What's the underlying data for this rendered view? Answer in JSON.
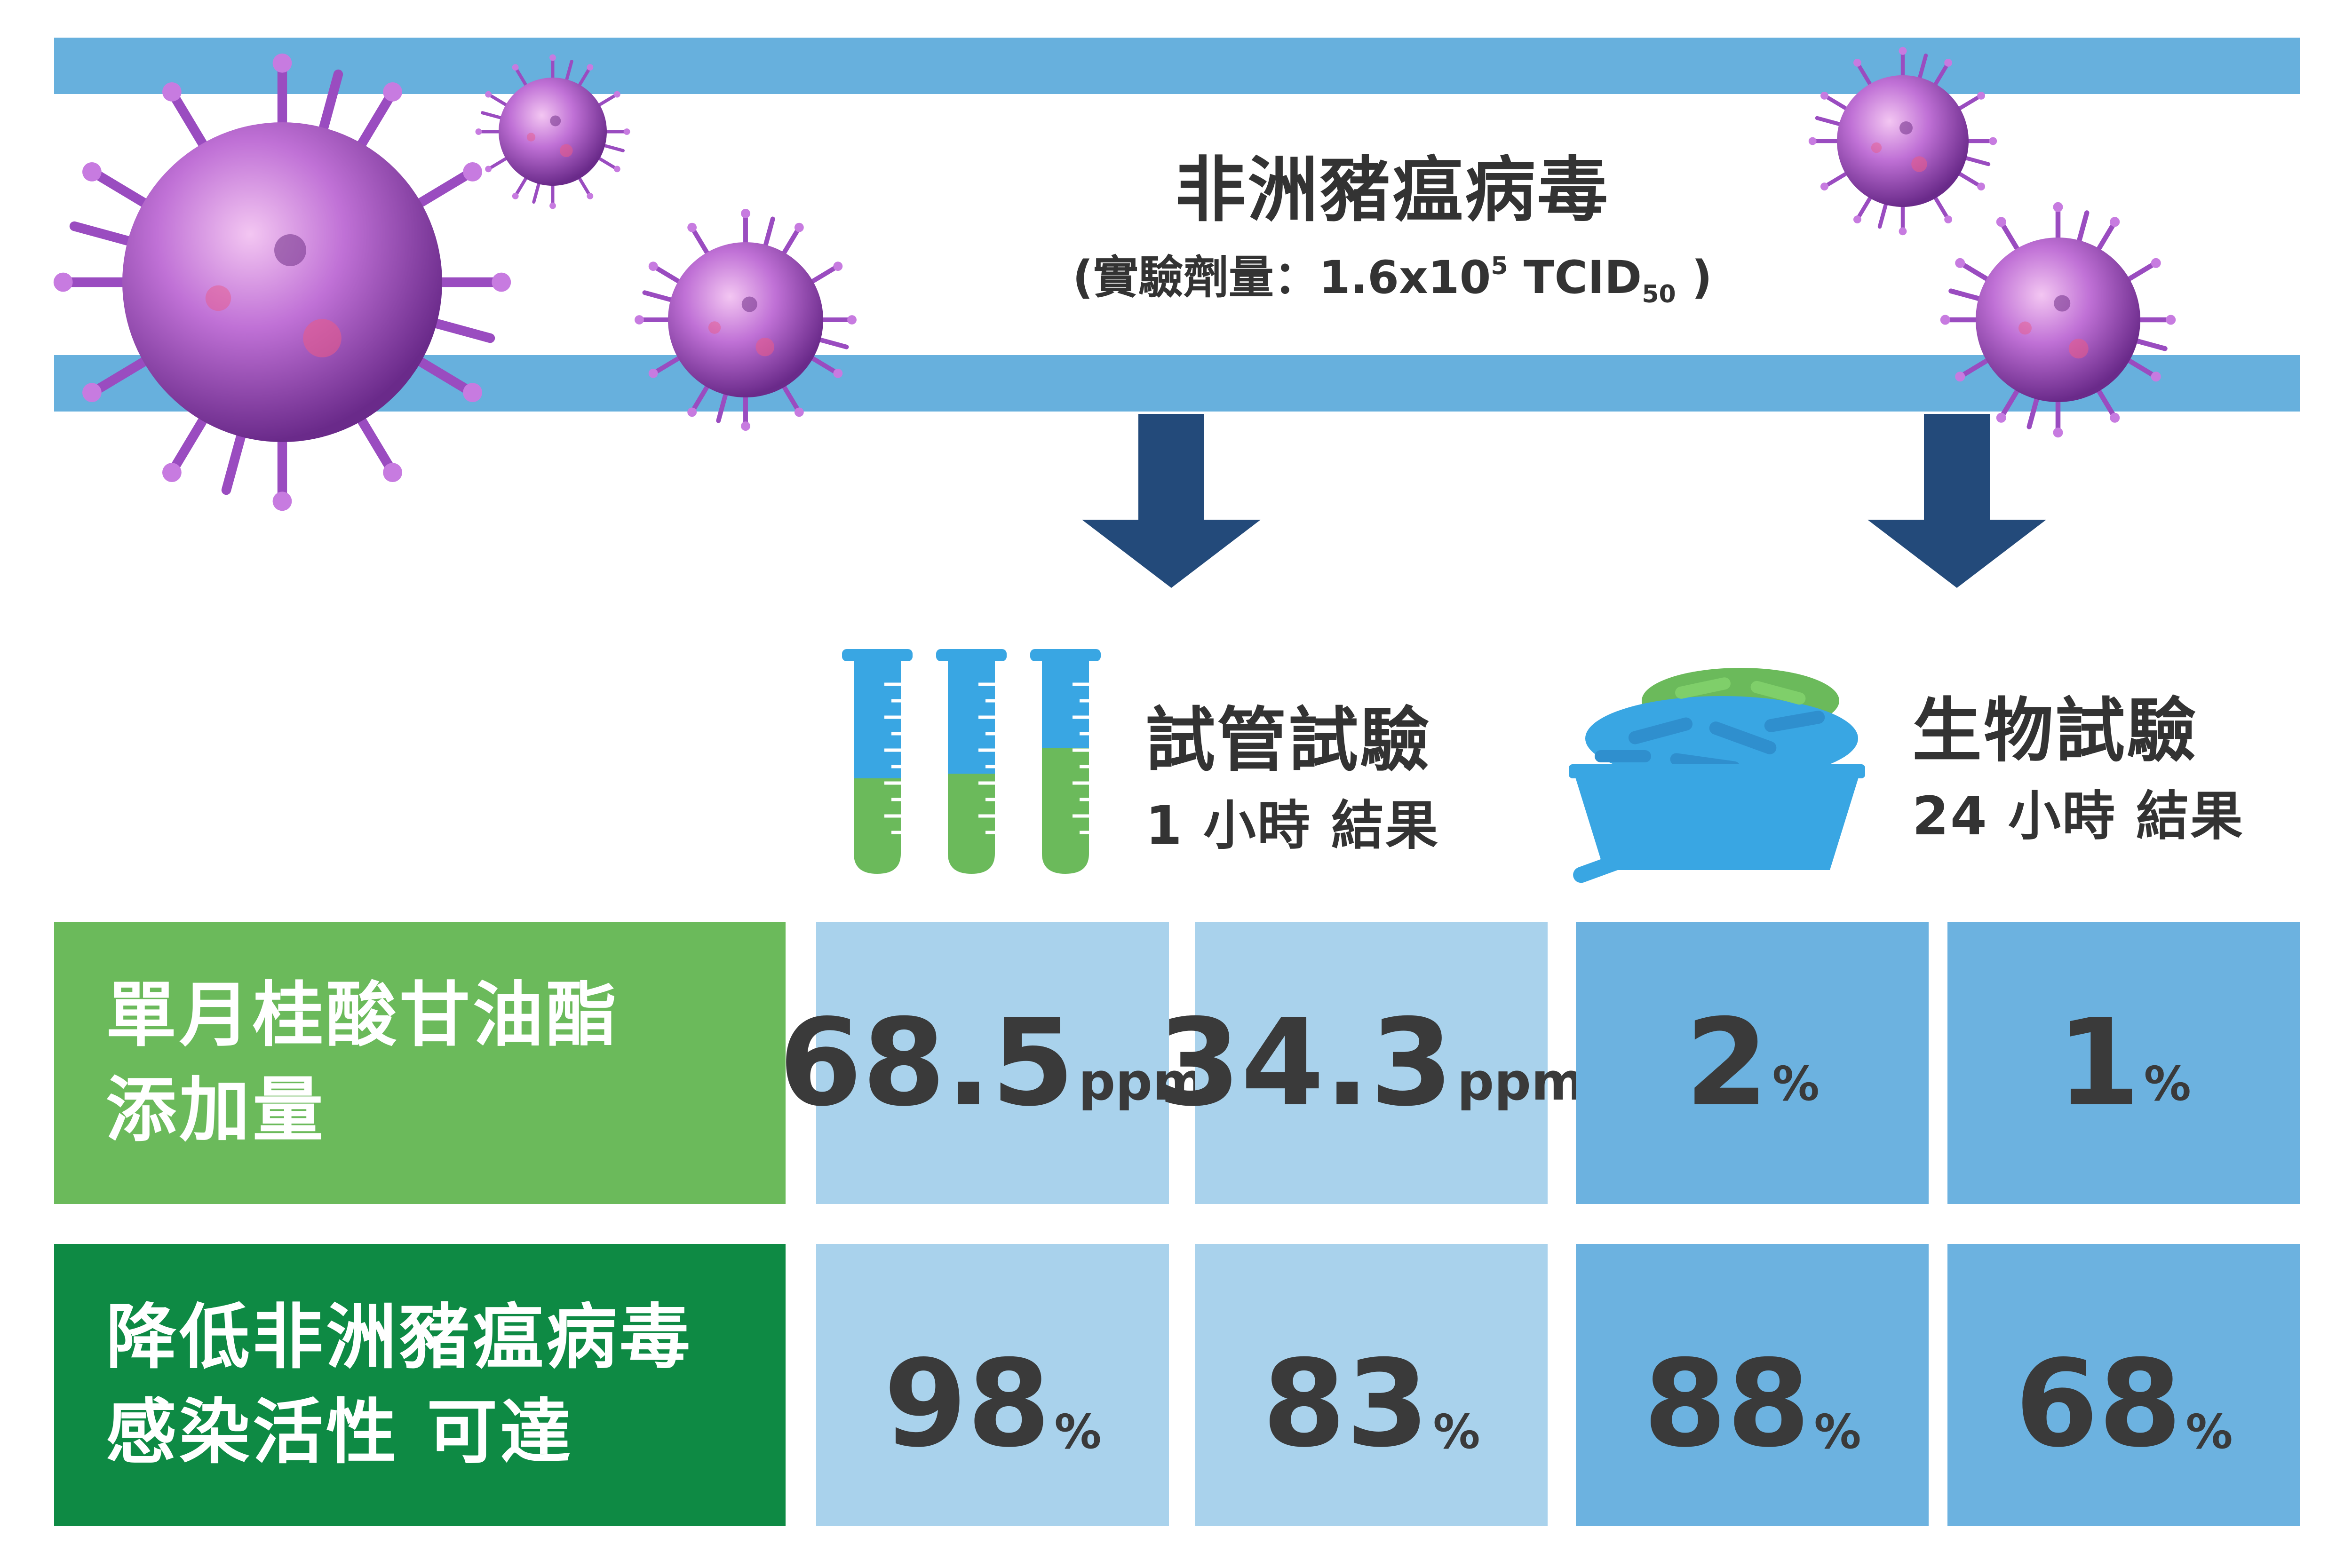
{
  "header": {
    "title": "非洲豬瘟病毒",
    "subtitle_prefix": "(實驗劑量：1.6x10",
    "subtitle_exp": "5",
    "subtitle_mid": " TCID",
    "subtitle_sub": "50",
    "subtitle_suffix": " )"
  },
  "tests": {
    "tube": {
      "title": "試管試驗",
      "result": "1 小時 結果"
    },
    "bio": {
      "title": "生物試驗",
      "result": "24 小時 結果"
    }
  },
  "rows": {
    "dosage": {
      "label_line1": "單月桂酸甘油酯",
      "label_line2": "添加量",
      "cells": [
        {
          "value": "68.5",
          "unit": "ppm"
        },
        {
          "value": "34.3",
          "unit": "ppm"
        },
        {
          "value": "2",
          "unit": "%"
        },
        {
          "value": "1",
          "unit": "%"
        }
      ]
    },
    "reduction": {
      "label_line1": "降低非洲豬瘟病毒",
      "label_line2": "感染活性 可達",
      "cells": [
        {
          "value": "98",
          "unit": "%"
        },
        {
          "value": "83",
          "unit": "%"
        },
        {
          "value": "88",
          "unit": "%"
        },
        {
          "value": "68",
          "unit": "%"
        }
      ]
    }
  },
  "colors": {
    "band": "#67b0dd",
    "arrow": "#234a7a",
    "dosage_label_bg": "#6bba5b",
    "reduction_label_bg": "#0e8a44",
    "cell_light": "#a9d2ec",
    "cell_dark": "#6cb2e0",
    "virus": "#a052c8"
  },
  "icons": [
    "virus-icon",
    "test-tube-icon",
    "feed-trough-icon",
    "down-arrow-icon"
  ]
}
